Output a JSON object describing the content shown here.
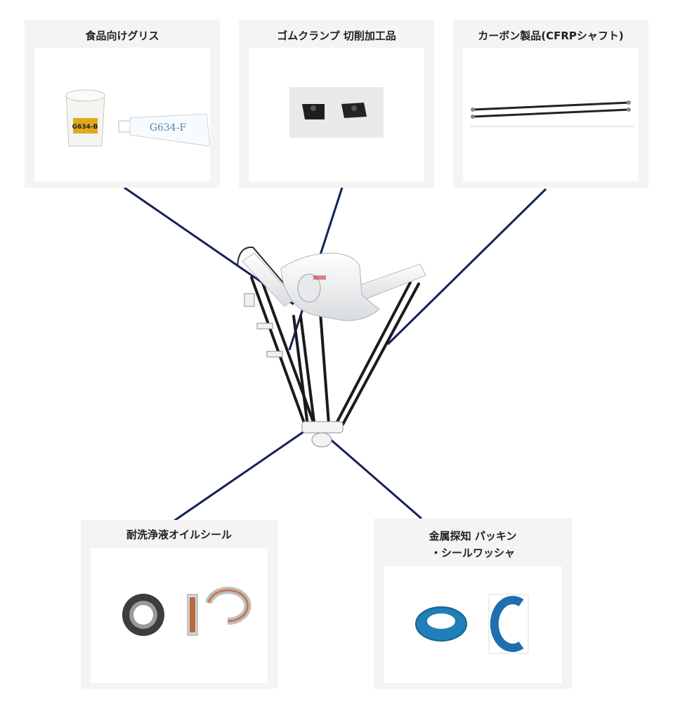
{
  "products": [
    {
      "id": "grease",
      "title": "食品向けグリス",
      "tube_label": "G634-F",
      "tub_label": "G634-B"
    },
    {
      "id": "rubber",
      "title": "ゴムクランプ 切削加工品"
    },
    {
      "id": "carbon",
      "title": "カーボン製品(CFRPシャフト)"
    },
    {
      "id": "oilseal",
      "title": "耐洗浄液オイルシール"
    },
    {
      "id": "metal",
      "title_line1": "金属探知 パッキン",
      "title_line2": "・シールワッシャ"
    }
  ],
  "colors": {
    "connector": "#16215a",
    "card_bg": "#f5f3f3",
    "seal_blue": "#1f7fb8"
  }
}
